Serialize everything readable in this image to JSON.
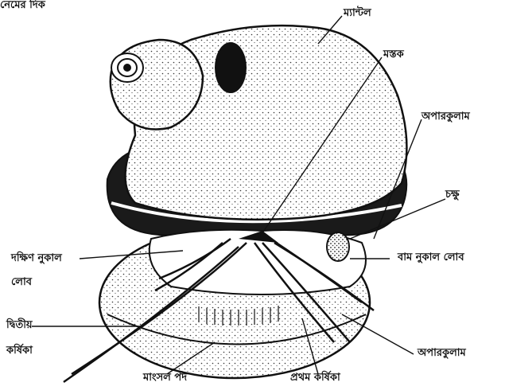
{
  "figure": {
    "caption_fragment": "নেমের দিক",
    "labels": {
      "mantle": "ম্যান্টল",
      "head": "মস্তক",
      "operculum": "অপারকুলাম",
      "eye": "চক্ষু",
      "right_nuchal_lobe_line1": "দক্ষিণ নুকাল",
      "right_nuchal_lobe_line2": "লোব",
      "left_nuchal_lobe": "বাম নুকাল লোব",
      "second_tentacle_line1": "দ্বিতীয়",
      "second_tentacle_line2": "কর্ষিকা",
      "foot": "মাংসল পদ",
      "first_tentacle": "প্রথম কর্ষিকা",
      "operculum_bottom": "অপারকুলাম"
    }
  }
}
